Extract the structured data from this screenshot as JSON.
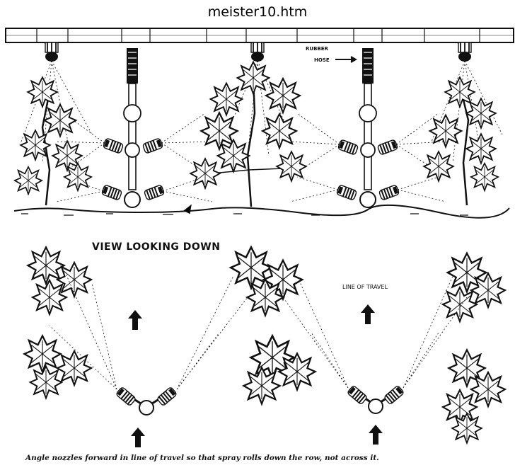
{
  "document": {
    "title": "meister10.htm"
  },
  "diagram": {
    "side_view": {
      "label_rubber": "RUBBER",
      "label_hose": "HOSE"
    },
    "top_view": {
      "title": "VIEW LOOKING DOWN",
      "line_of_travel": "LINE OF TRAVEL"
    },
    "caption": "Angle nozzles forward in line of travel so that spray rolls down the row, not across it."
  }
}
